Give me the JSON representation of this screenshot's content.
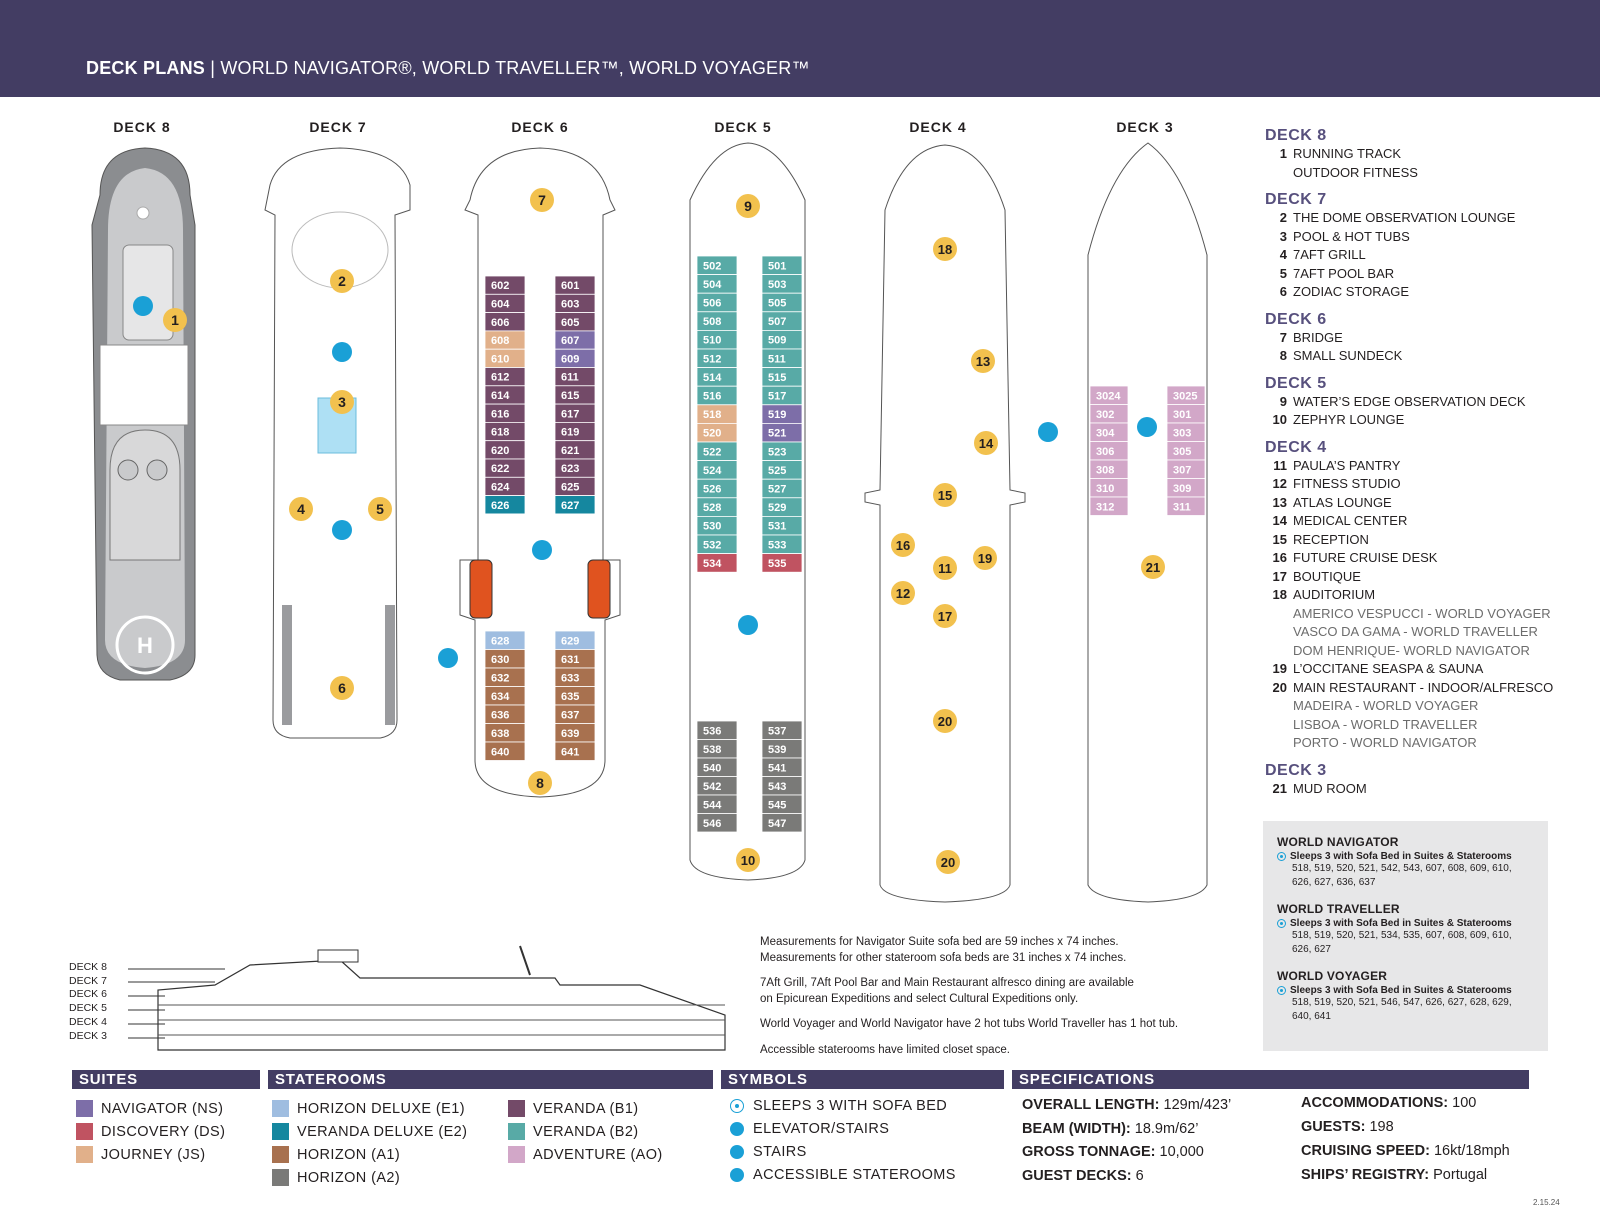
{
  "header": {
    "title_bold": "DECK PLANS",
    "separator": "|",
    "title_ships": "WORLD NAVIGATOR®, WORLD TRAVELLER™, WORLD VOYAGER™"
  },
  "deck_titles": [
    "DECK 8",
    "DECK 7",
    "DECK 6",
    "DECK 5",
    "DECK 4",
    "DECK 3"
  ],
  "deck_markers": {
    "deck8": [
      "1"
    ],
    "deck7": [
      "2",
      "3",
      "4",
      "5",
      "6"
    ],
    "deck6": [
      "7",
      "8"
    ],
    "deck5": [
      "9",
      "10"
    ],
    "deck4": [
      "18",
      "13",
      "14",
      "15",
      "16",
      "11",
      "19",
      "12",
      "17",
      "20",
      "20"
    ],
    "deck3": [
      "21"
    ]
  },
  "cabins": {
    "deck6_left": [
      "602",
      "604",
      "606",
      "608",
      "610",
      "612",
      "614",
      "616",
      "618",
      "620",
      "622",
      "624",
      "626"
    ],
    "deck6_right": [
      "601",
      "603",
      "605",
      "607",
      "609",
      "611",
      "615",
      "617",
      "619",
      "621",
      "623",
      "625",
      "627"
    ],
    "deck6_aft_left": [
      "628",
      "630",
      "632",
      "634",
      "636",
      "638",
      "640"
    ],
    "deck6_aft_right": [
      "629",
      "631",
      "633",
      "635",
      "637",
      "639",
      "641"
    ],
    "deck5_left": [
      "502",
      "504",
      "506",
      "508",
      "510",
      "512",
      "514",
      "516",
      "518",
      "520",
      "522",
      "524",
      "526",
      "528",
      "530",
      "532",
      "534"
    ],
    "deck5_right": [
      "501",
      "503",
      "505",
      "507",
      "509",
      "511",
      "515",
      "517",
      "519",
      "521",
      "523",
      "525",
      "527",
      "529",
      "531",
      "533",
      "535"
    ],
    "deck5_aft_left": [
      "536",
      "538",
      "540",
      "542",
      "544",
      "546"
    ],
    "deck5_aft_right": [
      "537",
      "539",
      "541",
      "543",
      "545",
      "547"
    ],
    "deck3_left": [
      "3024",
      "302",
      "304",
      "306",
      "308",
      "310",
      "312"
    ],
    "deck3_right": [
      "3025",
      "301",
      "303",
      "305",
      "307",
      "309",
      "311"
    ]
  },
  "legend": {
    "deck8": {
      "title": "DECK 8",
      "items": [
        {
          "num": "1",
          "label": "RUNNING TRACK"
        },
        {
          "num": "",
          "label": "OUTDOOR FITNESS"
        }
      ]
    },
    "deck7": {
      "title": "DECK 7",
      "items": [
        {
          "num": "2",
          "label": "THE DOME OBSERVATION LOUNGE"
        },
        {
          "num": "3",
          "label": "POOL & HOT TUBS"
        },
        {
          "num": "4",
          "label": "7AFT GRILL"
        },
        {
          "num": "5",
          "label": "7AFT POOL BAR"
        },
        {
          "num": "6",
          "label": "ZODIAC STORAGE"
        }
      ]
    },
    "deck6": {
      "title": "DECK 6",
      "items": [
        {
          "num": "7",
          "label": "BRIDGE"
        },
        {
          "num": "8",
          "label": "SMALL SUNDECK"
        }
      ]
    },
    "deck5": {
      "title": "DECK 5",
      "items": [
        {
          "num": "9",
          "label": "WATER’S EDGE OBSERVATION DECK"
        },
        {
          "num": "10",
          "label": "ZEPHYR LOUNGE"
        }
      ]
    },
    "deck4": {
      "title": "DECK 4",
      "items": [
        {
          "num": "11",
          "label": "PAULA’S PANTRY"
        },
        {
          "num": "12",
          "label": "FITNESS STUDIO"
        },
        {
          "num": "13",
          "label": "ATLAS LOUNGE"
        },
        {
          "num": "14",
          "label": "MEDICAL CENTER"
        },
        {
          "num": "15",
          "label": "RECEPTION"
        },
        {
          "num": "16",
          "label": "FUTURE CRUISE DESK"
        },
        {
          "num": "17",
          "label": "BOUTIQUE"
        },
        {
          "num": "18",
          "label": "AUDITORIUM"
        }
      ],
      "sub18": [
        "AMERICO VESPUCCI - WORLD VOYAGER",
        "VASCO DA GAMA - WORLD TRAVELLER",
        "DOM HENRIQUE- WORLD NAVIGATOR"
      ],
      "items2": [
        {
          "num": "19",
          "label": "L’OCCITANE SEASPA & SAUNA"
        },
        {
          "num": "20",
          "label": "MAIN RESTAURANT - INDOOR/ALFRESCO"
        }
      ],
      "sub20": [
        "MADEIRA - WORLD VOYAGER",
        "LISBOA - WORLD TRAVELLER",
        "PORTO - WORLD NAVIGATOR"
      ]
    },
    "deck3": {
      "title": "DECK 3",
      "items": [
        {
          "num": "21",
          "label": "MUD ROOM"
        }
      ]
    }
  },
  "sofa_box": [
    {
      "ship": "WORLD NAVIGATOR",
      "line": "Sleeps 3 with Sofa Bed in Suites & Staterooms",
      "cabins": "518, 519, 520, 521, 542, 543, 607, 608, 609, 610, 626, 627, 636, 637"
    },
    {
      "ship": "WORLD TRAVELLER",
      "line": "Sleeps 3 with Sofa Bed in Suites & Staterooms",
      "cabins": "518, 519, 520, 521, 534, 535, 607, 608, 609, 610, 626, 627"
    },
    {
      "ship": "WORLD VOYAGER",
      "line": "Sleeps 3 with Sofa Bed in Suites & Staterooms",
      "cabins": "518, 519, 520, 521, 546, 547, 626, 627, 628, 629, 640, 641"
    }
  ],
  "notes": [
    "Measurements for Navigator Suite sofa bed are 59 inches x 74 inches.",
    "Measurements for other stateroom sofa beds are 31 inches x 74 inches.",
    "7Aft Grill, 7Aft Pool Bar and Main Restaurant alfresco dining are available",
    "on Epicurean Expeditions and select Cultural Expeditions only.",
    "World Voyager and World Navigator have 2 hot tubs World Traveller has 1 hot tub.",
    "Accessible staterooms have limited closet space."
  ],
  "profile_labels": [
    "DECK 8",
    "DECK 7",
    "DECK 6",
    "DECK 5",
    "DECK 4",
    "DECK 3"
  ],
  "sections": {
    "suites": "SUITES",
    "staterooms": "STATEROOMS",
    "symbols": "SYMBOLS",
    "specifications": "SPECIFICATIONS"
  },
  "suites": [
    {
      "label": "NAVIGATOR (NS)",
      "color": "#7d6ea8"
    },
    {
      "label": "DISCOVERY (DS)",
      "color": "#c05361"
    },
    {
      "label": "JOURNEY (JS)",
      "color": "#e1b08a"
    }
  ],
  "staterooms": [
    {
      "label": "HORIZON DELUXE (E1)",
      "color": "#9fbde0"
    },
    {
      "label": "VERANDA DELUXE (E2)",
      "color": "#15879f"
    },
    {
      "label": "HORIZON (A1)",
      "color": "#a8714f"
    },
    {
      "label": "HORIZON (A2)",
      "color": "#7a7a78"
    },
    {
      "label": "VERANDA (B1)",
      "color": "#734a68"
    },
    {
      "label": "VERANDA (B2)",
      "color": "#58aaa6"
    },
    {
      "label": "ADVENTURE (AO)",
      "color": "#d2a7c8"
    }
  ],
  "symbols": [
    {
      "label": "SLEEPS 3 WITH SOFA BED",
      "icon": "sofa-bed-icon"
    },
    {
      "label": "ELEVATOR/STAIRS",
      "icon": "elevator-icon"
    },
    {
      "label": "STAIRS",
      "icon": "stairs-icon"
    },
    {
      "label": "ACCESSIBLE STATEROOMS",
      "icon": "accessible-icon"
    }
  ],
  "specs_left": [
    {
      "k": "OVERALL LENGTH:",
      "v": "129m/423’"
    },
    {
      "k": "BEAM (WIDTH):",
      "v": "18.9m/62’"
    },
    {
      "k": "GROSS TONNAGE:",
      "v": "10,000"
    },
    {
      "k": "GUEST DECKS:",
      "v": "6"
    }
  ],
  "specs_right": [
    {
      "k": "ACCOMMODATIONS:",
      "v": "100"
    },
    {
      "k": "GUESTS:",
      "v": "198"
    },
    {
      "k": "CRUISING SPEED:",
      "v": "16kt/18mph"
    },
    {
      "k": "SHIPS’ REGISTRY:",
      "v": "Portugal"
    }
  ],
  "date": "2.15.24"
}
